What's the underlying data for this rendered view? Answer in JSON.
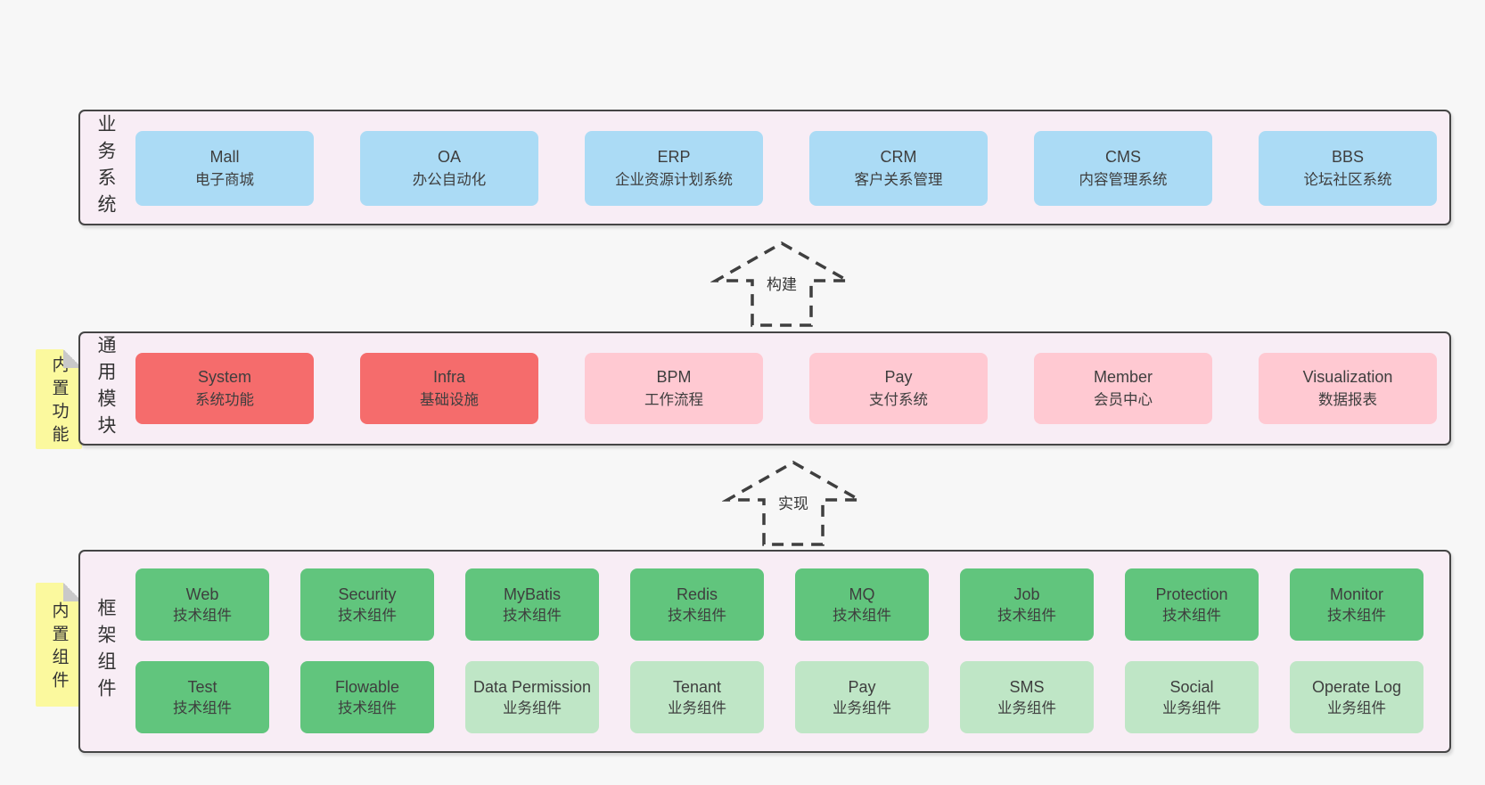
{
  "arrows": [
    {
      "label": "构建"
    },
    {
      "label": "实现"
    }
  ],
  "layers": [
    {
      "side_label": "业务系统",
      "boxes": [
        {
          "title": "Mall",
          "subtitle": "电子商城"
        },
        {
          "title": "OA",
          "subtitle": "办公自动化"
        },
        {
          "title": "ERP",
          "subtitle": "企业资源计划系统"
        },
        {
          "title": "CRM",
          "subtitle": "客户关系管理"
        },
        {
          "title": "CMS",
          "subtitle": "内容管理系统"
        },
        {
          "title": "BBS",
          "subtitle": "论坛社区系统"
        }
      ]
    },
    {
      "side_label": "通用模块",
      "tab_label": "内置功能",
      "boxes": [
        {
          "title": "System",
          "subtitle": "系统功能"
        },
        {
          "title": "Infra",
          "subtitle": "基础设施"
        },
        {
          "title": "BPM",
          "subtitle": "工作流程"
        },
        {
          "title": "Pay",
          "subtitle": "支付系统"
        },
        {
          "title": "Member",
          "subtitle": "会员中心"
        },
        {
          "title": "Visualization",
          "subtitle": "数据报表"
        }
      ]
    },
    {
      "side_label": "框架组件",
      "tab_label": "内置组件",
      "row1": [
        {
          "title": "Web",
          "subtitle": "技术组件"
        },
        {
          "title": "Security",
          "subtitle": "技术组件"
        },
        {
          "title": "MyBatis",
          "subtitle": "技术组件"
        },
        {
          "title": "Redis",
          "subtitle": "技术组件"
        },
        {
          "title": "MQ",
          "subtitle": "技术组件"
        },
        {
          "title": "Job",
          "subtitle": "技术组件"
        },
        {
          "title": "Protection",
          "subtitle": "技术组件"
        },
        {
          "title": "Monitor",
          "subtitle": "技术组件"
        }
      ],
      "row2": [
        {
          "title": "Test",
          "subtitle": "技术组件"
        },
        {
          "title": "Flowable",
          "subtitle": "技术组件"
        },
        {
          "title": "Data Permission",
          "subtitle": "业务组件"
        },
        {
          "title": "Tenant",
          "subtitle": "业务组件"
        },
        {
          "title": "Pay",
          "subtitle": "业务组件"
        },
        {
          "title": "SMS",
          "subtitle": "业务组件"
        },
        {
          "title": "Social",
          "subtitle": "业务组件"
        },
        {
          "title": "Operate Log",
          "subtitle": "业务组件"
        }
      ]
    }
  ],
  "colors": {
    "page_bg": "#f7f7f7",
    "panel_bg": "#f8edf5",
    "panel_border": "#454545",
    "blue": "#abdbf5",
    "red": "#f56c6c",
    "pink": "#ffc9d2",
    "green": "#61c57d",
    "light_green": "#bfe6c6",
    "yellow": "#fbf99e",
    "fold_gray": "#c9c9c9",
    "text": "#3e3e3e"
  }
}
